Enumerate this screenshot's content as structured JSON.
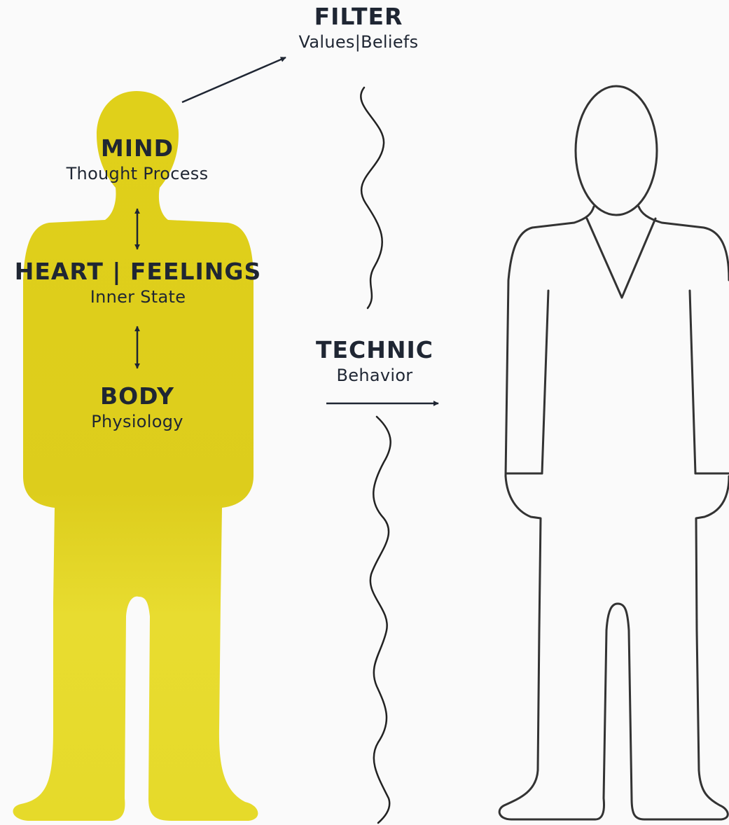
{
  "colors": {
    "background": "#fafafa",
    "figure_fill": "#e4d51c",
    "text": "#1f2633",
    "outline": "#333333"
  },
  "labels": {
    "filter": {
      "title": "FILTER",
      "subtitle": "Values|Beliefs"
    },
    "mind": {
      "title": "MIND",
      "subtitle": "Thought Process"
    },
    "heart": {
      "title": "HEART | FEELINGS",
      "subtitle": "Inner State"
    },
    "body": {
      "title": "BODY",
      "subtitle": "Physiology"
    },
    "technic": {
      "title": "TECHNIC",
      "subtitle": "Behavior"
    }
  }
}
